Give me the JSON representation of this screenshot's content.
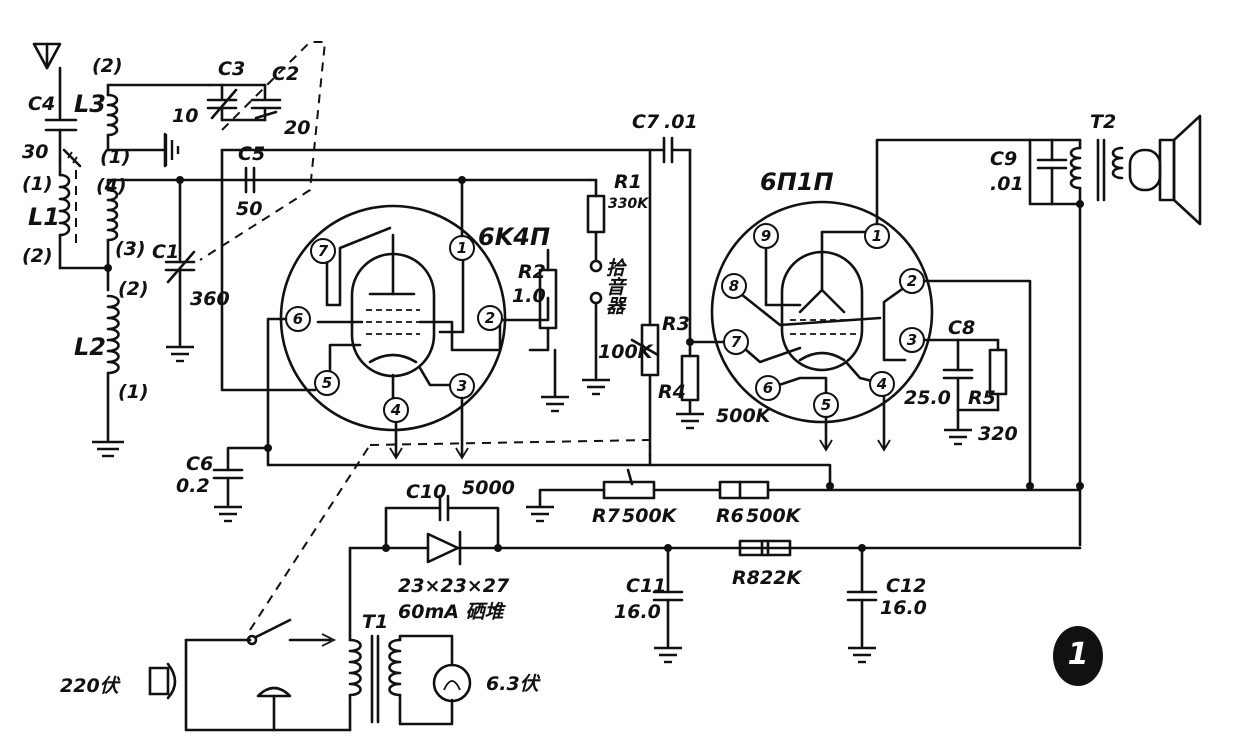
{
  "antenna": {
    "c4": "C4",
    "c4_val": "30"
  },
  "coils": {
    "l1": "L1",
    "l2": "L2",
    "l3": "L3",
    "l1_top": "(1)",
    "l1_bot": "(2)",
    "l3_top": "(2)",
    "l3_bot": "(1)",
    "osc_top": "(4)",
    "osc_bot": "(3)",
    "l2_top": "(2)",
    "l2_bot": "(1)"
  },
  "tuning": {
    "c3": "C3",
    "c2": "C2",
    "c3_val": "10",
    "c2_val": "20",
    "c5": "C5",
    "c5_val": "50",
    "c1": "C1",
    "c1_val": "360"
  },
  "tube1": {
    "name": "6K4П",
    "pins": [
      "1",
      "2",
      "3",
      "4",
      "5",
      "6",
      "7"
    ]
  },
  "tube2": {
    "name": "6П1П",
    "pins": [
      "1",
      "2",
      "3",
      "4",
      "5",
      "6",
      "7",
      "8",
      "9"
    ]
  },
  "components": {
    "c7": "C7",
    "c7_val": ".01",
    "r1": "R1",
    "r1_val": "330K",
    "r2": "R2",
    "r2_val": "1.0",
    "headphones": "拾音器",
    "r3": "R3",
    "r3_val": "100K",
    "r4": "R4",
    "r4_val": "500K",
    "c8": "C8",
    "c8_val": "25.0",
    "r5": "R5",
    "r5_val": "320",
    "c9": "C9",
    "c9_val": ".01",
    "t2": "T2",
    "c6": "C6",
    "c6_val": "0.2",
    "r7": "R7",
    "r7_val": "500K",
    "r6": "R6",
    "r6_val": "500K"
  },
  "power": {
    "c10": "C10",
    "c10_val": "5000",
    "rect_val": "23×23×27",
    "rect_desc": "60mA 硒堆",
    "c11": "C11",
    "c11_val": "16.0",
    "r8": "R8",
    "r8_val": "22K",
    "c12": "C12",
    "c12_val": "16.0",
    "t1": "T1",
    "mains": "220伏",
    "lamp": "6.3伏"
  },
  "figure_number": "1"
}
